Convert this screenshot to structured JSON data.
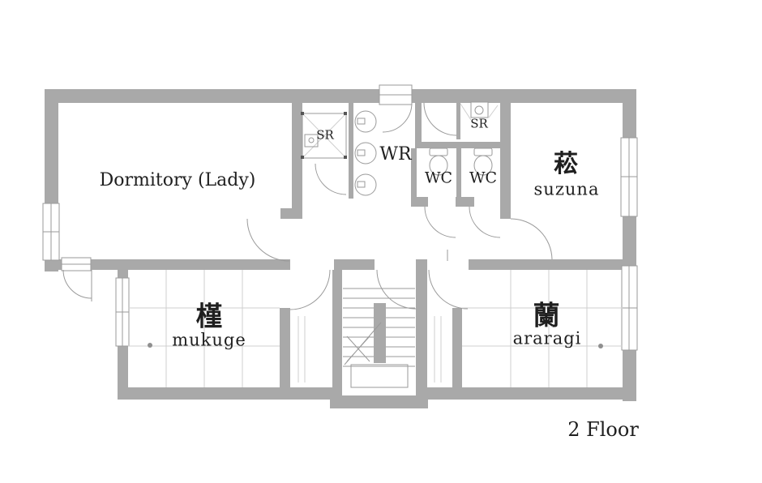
{
  "colors": {
    "wall": "#a9a9a9",
    "line": "#9a9a9a",
    "thin": "#cfcfcf",
    "text": "#1f1f1f"
  },
  "rooms": {
    "dormitory": {
      "label": "Dormitory (Lady)"
    },
    "shower_left": {
      "label": "SR"
    },
    "washroom": {
      "label": "WR"
    },
    "wc_left": {
      "label": "WC"
    },
    "wc_right": {
      "label": "WC"
    },
    "shower_right": {
      "label": "SR"
    },
    "suzuna": {
      "kanji": "菘",
      "label": "suzuna"
    },
    "mukuge": {
      "kanji": "槿",
      "label": "mukuge"
    },
    "araragi": {
      "kanji": "蘭",
      "label": "araragi"
    }
  },
  "floor_label": "2 Floor"
}
